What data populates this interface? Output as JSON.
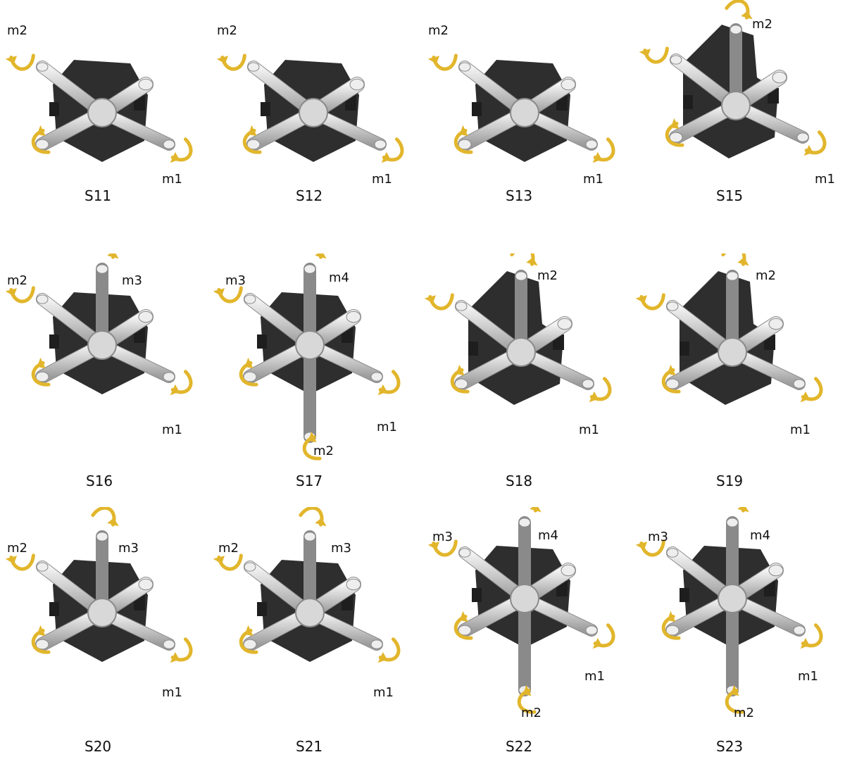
{
  "colors": {
    "arrow": "#e2b62c",
    "body": "#2e2e2e",
    "shaft": "#c9c9c9"
  },
  "variants": [
    {
      "code": "S11",
      "labels": [
        "m2",
        "m1"
      ]
    },
    {
      "code": "S12",
      "labels": [
        "m2",
        "m1"
      ]
    },
    {
      "code": "S13",
      "labels": [
        "m2",
        "m1"
      ]
    },
    {
      "code": "S15",
      "labels": [
        "m2",
        "m1"
      ]
    },
    {
      "code": "S16",
      "labels": [
        "m2",
        "m3",
        "m1"
      ]
    },
    {
      "code": "S17",
      "labels": [
        "m3",
        "m4",
        "m1",
        "m2"
      ]
    },
    {
      "code": "S18",
      "labels": [
        "m2",
        "m1"
      ]
    },
    {
      "code": "S19",
      "labels": [
        "m2",
        "m1"
      ]
    },
    {
      "code": "S20",
      "labels": [
        "m2",
        "m3",
        "m1"
      ]
    },
    {
      "code": "S21",
      "labels": [
        "m2",
        "m3",
        "m1"
      ]
    },
    {
      "code": "S22",
      "labels": [
        "m3",
        "m4",
        "m1",
        "m2"
      ]
    },
    {
      "code": "S23",
      "labels": [
        "m3",
        "m4",
        "m1",
        "m2"
      ]
    }
  ]
}
